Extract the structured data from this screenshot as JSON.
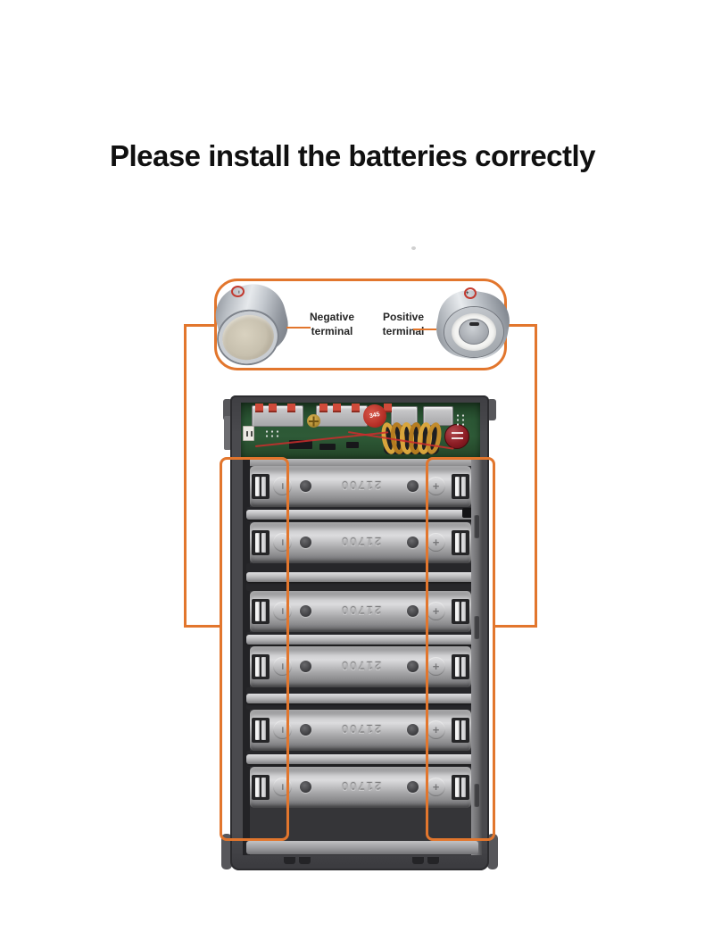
{
  "title": "Please install the batteries correctly",
  "callout": {
    "labels": [
      {
        "line1": "Negative",
        "line2": "terminal"
      },
      {
        "line1": "Positive",
        "line2": "terminal"
      }
    ]
  },
  "battery_case": {
    "slot_count": 6,
    "cell_size_marking": "21700",
    "negative_symbol": "−",
    "positive_symbol": "+",
    "pcb": {
      "red_component_label": "345"
    }
  },
  "colors": {
    "accent_orange": "#E2762D",
    "annotation_red": "#C23B31",
    "pcb_green": "#2E5A37",
    "case_dark_gray": "#47474B",
    "slot_gray": "#B5B5B7",
    "title_black": "#101010"
  }
}
